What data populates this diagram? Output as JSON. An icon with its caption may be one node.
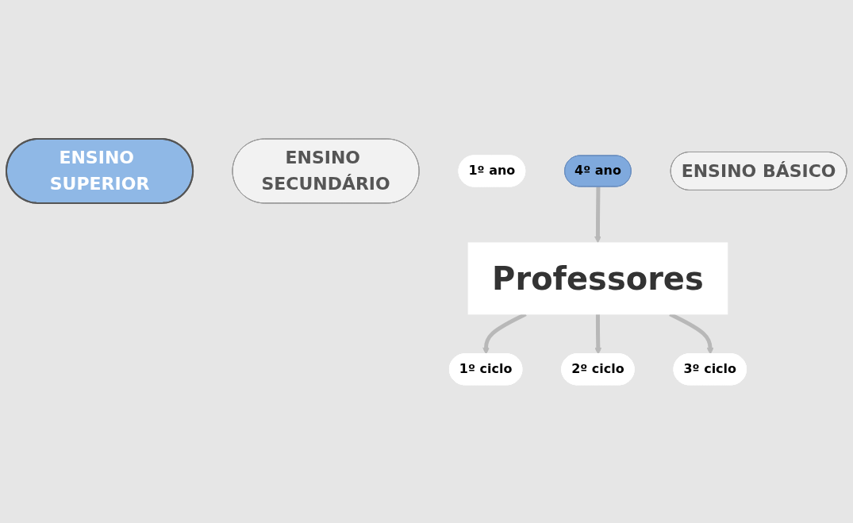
{
  "diagram": {
    "nodes": [
      {
        "text": [
          "ENSINO SUPERIOR"
        ]
      },
      {
        "text": [
          "ENSINO SECUNDÁRIO"
        ]
      },
      {
        "text": [
          "1º ano"
        ]
      },
      {
        "text": [
          "4º ano"
        ]
      },
      {
        "text": [
          "ENSINO BÁSICO"
        ]
      },
      {
        "text": [
          "1º ciclo"
        ]
      },
      {
        "text": [
          "2º ciclo"
        ]
      },
      {
        "text": [
          "3º ciclo"
        ]
      },
      {
        "text": [
          "Professores"
        ]
      }
    ],
    "edges": [
      {
        "from": 3,
        "to": 8,
        "arrow": "to"
      },
      {
        "from": 8,
        "to": 5,
        "arrow": "to"
      },
      {
        "from": 8,
        "to": 6,
        "arrow": "to"
      },
      {
        "from": 8,
        "to": 7,
        "arrow": "to"
      }
    ]
  }
}
